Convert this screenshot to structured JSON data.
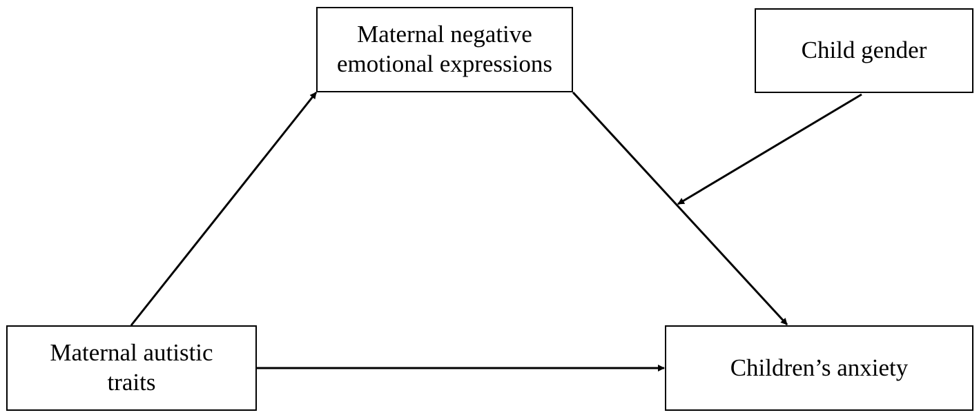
{
  "nodes": {
    "mediator": {
      "lines": [
        "Maternal negative",
        "emotional expressions"
      ]
    },
    "moderator": {
      "lines": [
        "Child gender"
      ]
    },
    "predictor": {
      "lines": [
        "Maternal autistic",
        "traits"
      ]
    },
    "outcome": {
      "lines": [
        "Children’s anxiety"
      ]
    }
  },
  "edges": [
    {
      "from": "predictor",
      "to": "mediator"
    },
    {
      "from": "mediator",
      "to": "outcome"
    },
    {
      "from": "predictor",
      "to": "outcome"
    },
    {
      "from": "moderator",
      "to": "mediator-outcome path"
    }
  ],
  "colors": {
    "line": "#000000",
    "background": "#ffffff"
  }
}
